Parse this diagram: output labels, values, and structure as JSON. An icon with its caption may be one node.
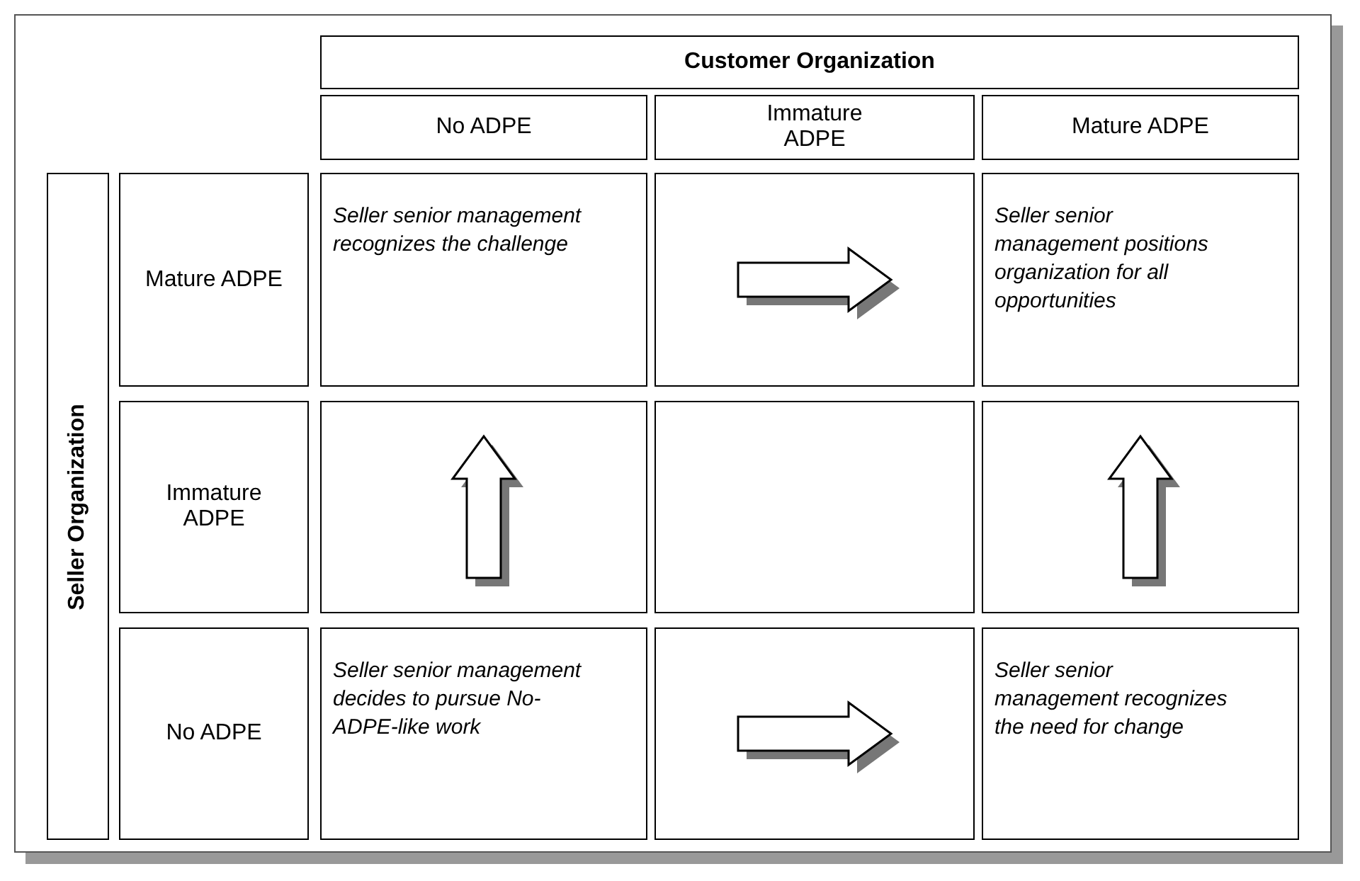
{
  "diagram": {
    "nodes": [
      {
        "text": [
          "Customer Organization"
        ]
      },
      {
        "text": [
          "No ADPE"
        ]
      },
      {
        "text": [
          "Immature ADPE"
        ]
      },
      {
        "text": [
          "Mature ADPE"
        ]
      },
      {
        "text": [
          "Seller Organization"
        ]
      },
      {
        "text": [
          "Mature ADPE"
        ]
      },
      {
        "text": [
          "Seller senior management recognizes the challenge"
        ]
      },
      {
        "text": [],
        "shape": "box"
      },
      {
        "text": [
          "Seller senior management positions organization for all opportunities"
        ]
      },
      {
        "text": [
          "Immature ADPE"
        ]
      },
      {
        "text": [],
        "shape": "box"
      },
      {
        "text": [],
        "shape": "box"
      },
      {
        "text": [],
        "shape": "box"
      },
      {
        "text": [
          "No ADPE"
        ]
      },
      {
        "text": [
          "Seller senior management decides to pursue No-ADPE-like work"
        ]
      },
      {
        "text": [],
        "shape": "box"
      },
      {
        "text": [
          "Seller senior management recognizes the need for change"
        ]
      }
    ],
    "edges": [
      {
        "from": 6,
        "to": 8,
        "arrow": "to"
      },
      {
        "from": 14,
        "to": 6,
        "arrow": "to"
      },
      {
        "from": 16,
        "to": 8,
        "arrow": "to"
      },
      {
        "from": 14,
        "to": 16,
        "arrow": "to"
      }
    ]
  }
}
